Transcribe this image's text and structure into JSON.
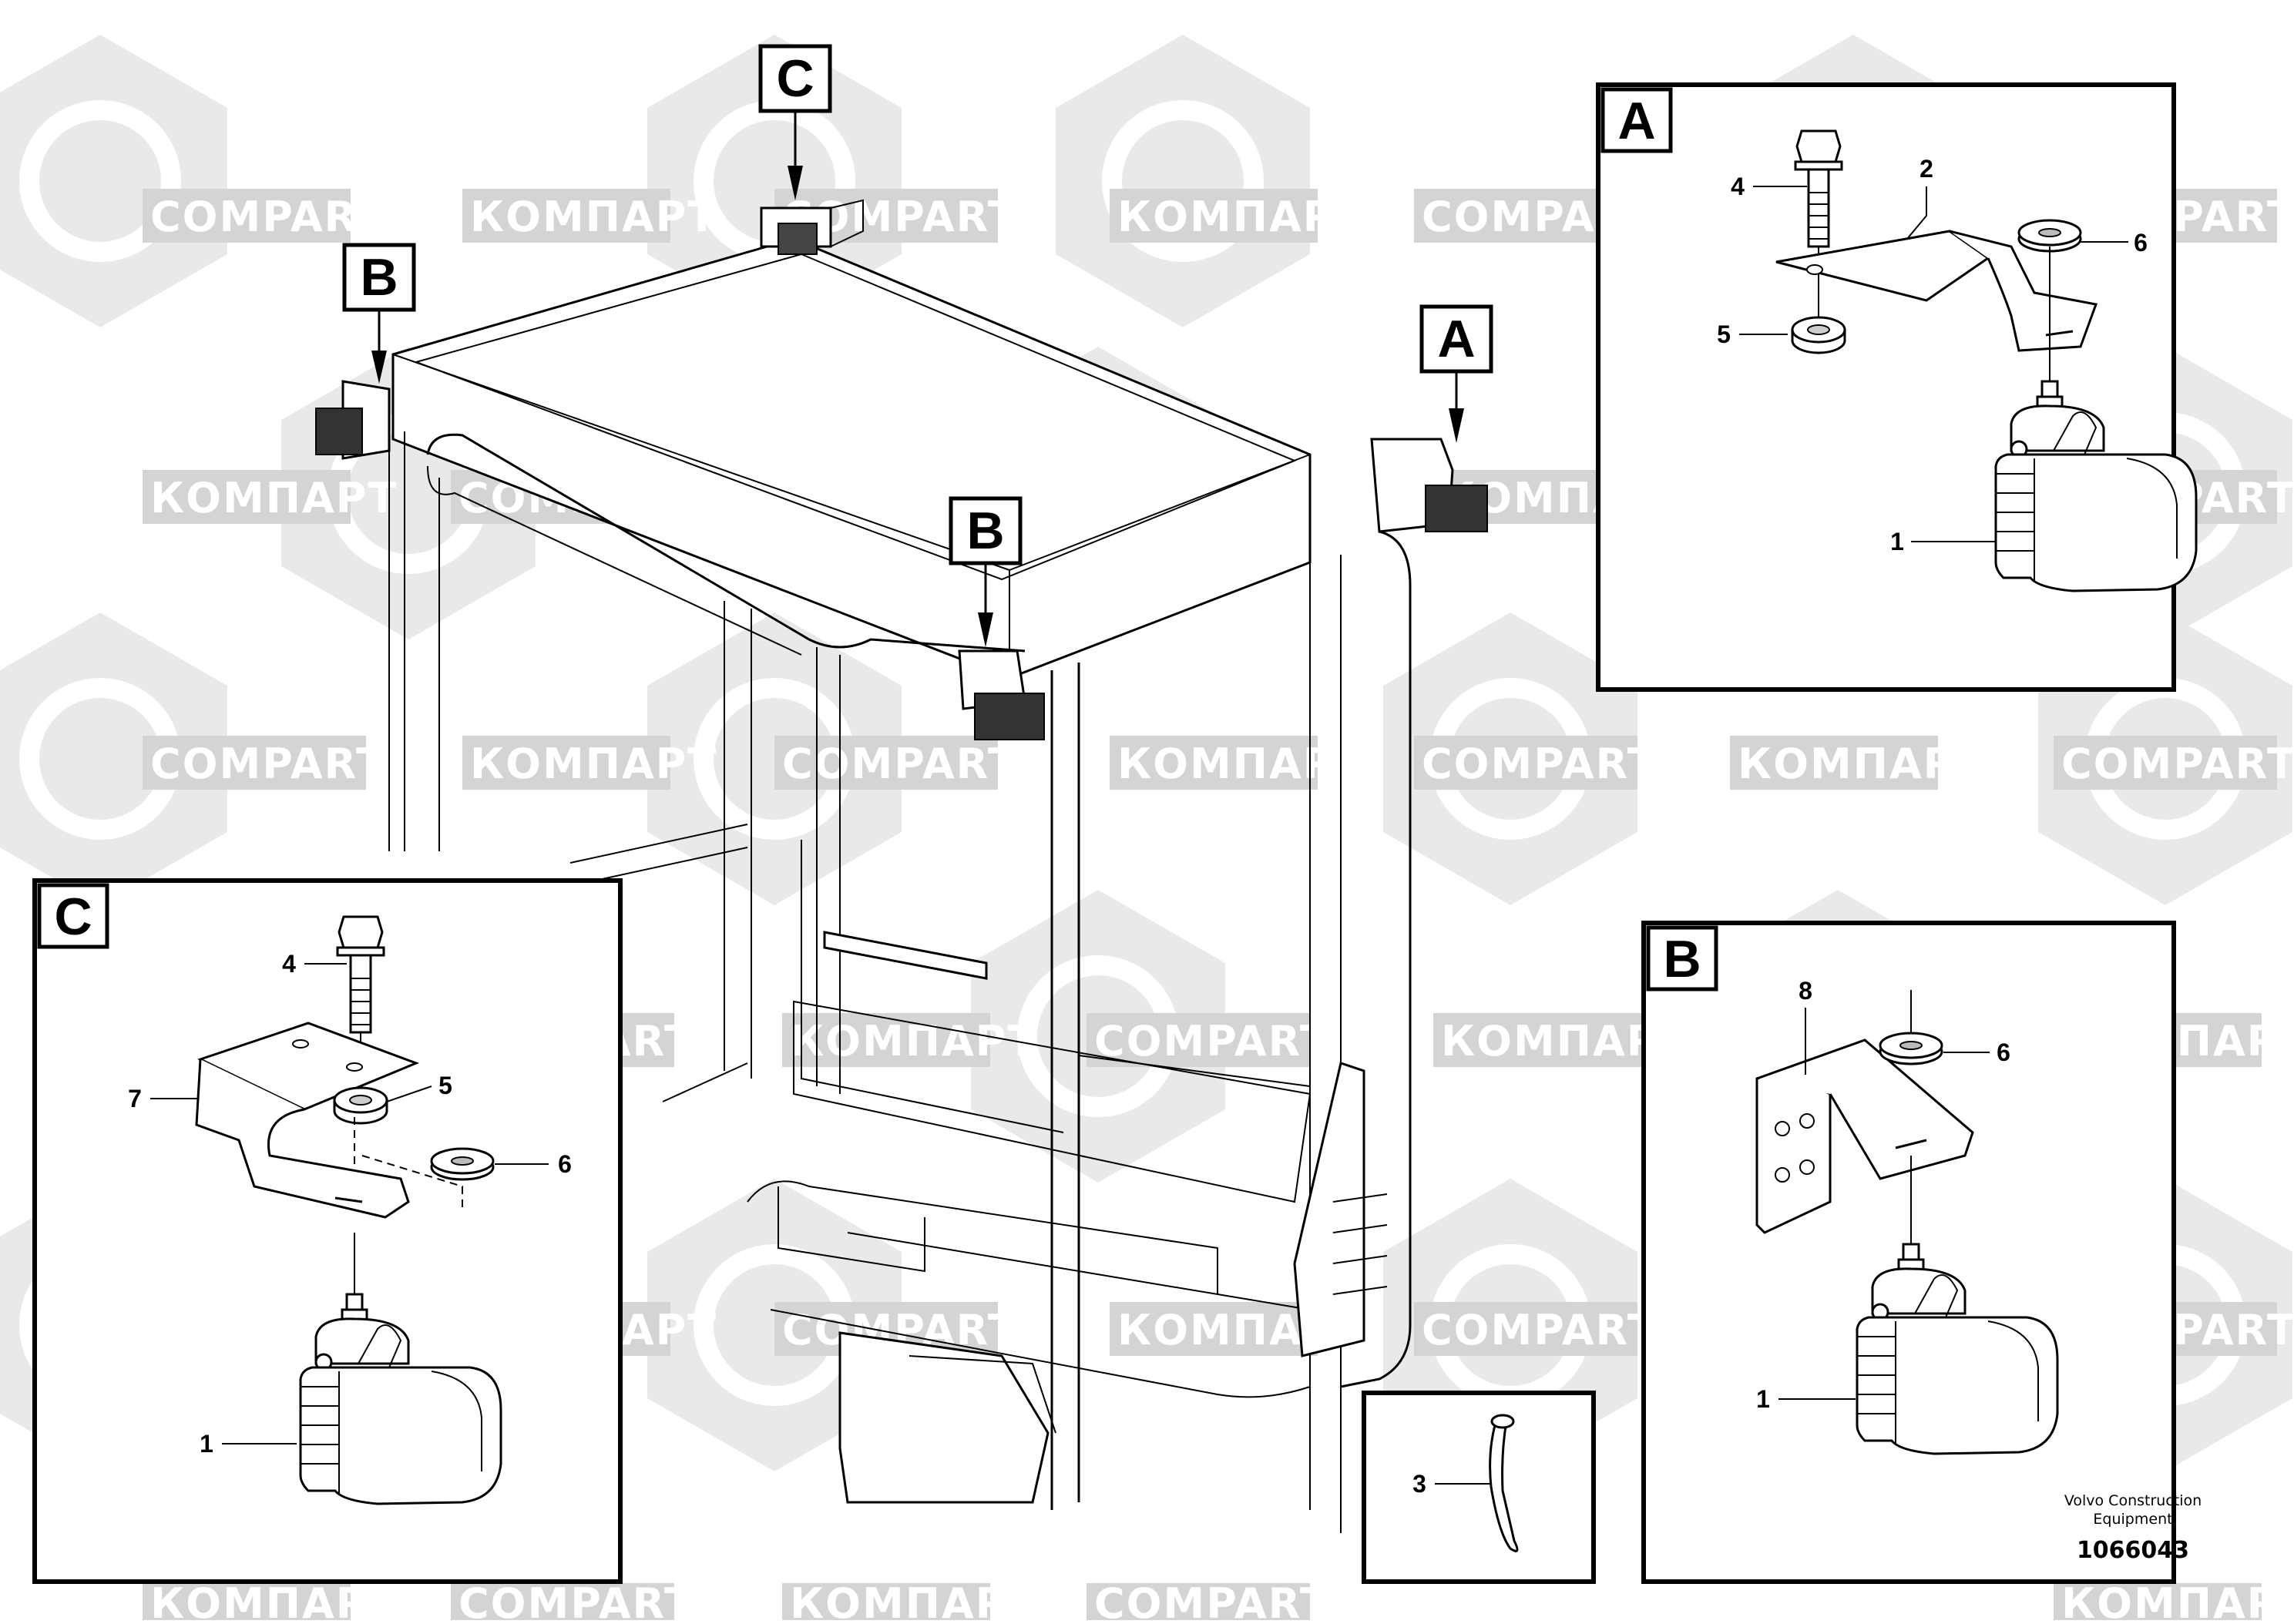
{
  "watermark": {
    "latin": "COMPART",
    "cyrillic": "КОМПАРТ"
  },
  "main_view": {
    "markers": [
      {
        "id": "C",
        "label": "C"
      },
      {
        "id": "B_left",
        "label": "B"
      },
      {
        "id": "A",
        "label": "A"
      },
      {
        "id": "B_center",
        "label": "B"
      }
    ]
  },
  "detail_a": {
    "label": "A",
    "callouts": [
      {
        "num": "4",
        "part": "bolt"
      },
      {
        "num": "2",
        "part": "bracket"
      },
      {
        "num": "6",
        "part": "washer"
      },
      {
        "num": "5",
        "part": "nut"
      },
      {
        "num": "1",
        "part": "work-light"
      }
    ]
  },
  "detail_c": {
    "label": "C",
    "callouts": [
      {
        "num": "4",
        "part": "bolt"
      },
      {
        "num": "7",
        "part": "bracket"
      },
      {
        "num": "5",
        "part": "nut"
      },
      {
        "num": "6",
        "part": "washer"
      },
      {
        "num": "1",
        "part": "work-light"
      }
    ]
  },
  "detail_b": {
    "label": "B",
    "callouts": [
      {
        "num": "8",
        "part": "bracket"
      },
      {
        "num": "6",
        "part": "washer"
      },
      {
        "num": "1",
        "part": "work-light"
      }
    ]
  },
  "detail_tie": {
    "callouts": [
      {
        "num": "3",
        "part": "cable-tie"
      }
    ]
  },
  "footer": {
    "company_line1": "Volvo Construction",
    "company_line2": "Equipment",
    "drawing_number": "1066043"
  }
}
